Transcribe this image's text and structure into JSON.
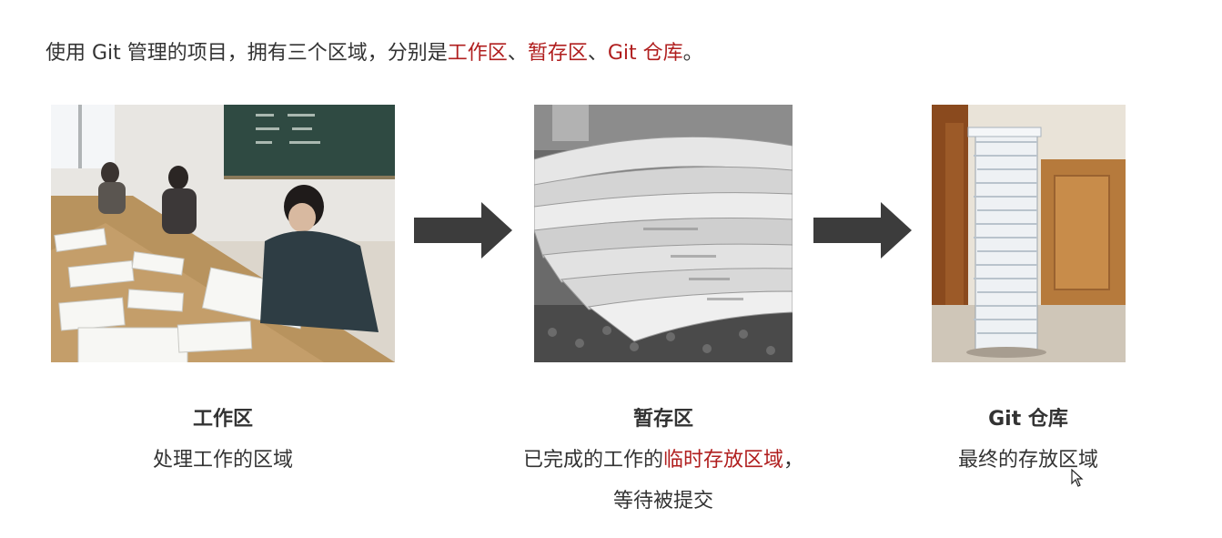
{
  "intro": {
    "prefix": "使用 Git 管理的项目，拥有三个区域，分别是",
    "area1": "工作区",
    "sep1": "、",
    "area2": "暂存区",
    "sep2": "、",
    "area3": "Git 仓库",
    "suffix": "。"
  },
  "stages": [
    {
      "title": "工作区",
      "desc_plain": "处理工作的区域",
      "image": "classroom-paper-grading-photo"
    },
    {
      "title": "暂存区",
      "desc_plain": "已完成的工作的",
      "desc_highlight": "临时存放区域",
      "desc_tail": "，",
      "desc_line2": "等待被提交",
      "image": "newspaper-stack-photo"
    },
    {
      "title": "Git 仓库",
      "desc_plain": "最终的存放区域",
      "image": "tall-paper-pile-photo"
    }
  ],
  "icons": [
    "arrow-right-icon",
    "mouse-cursor-icon"
  ],
  "colors": {
    "text": "#333333",
    "highlight": "#b01e1e",
    "arrow": "#3c3c3c"
  }
}
